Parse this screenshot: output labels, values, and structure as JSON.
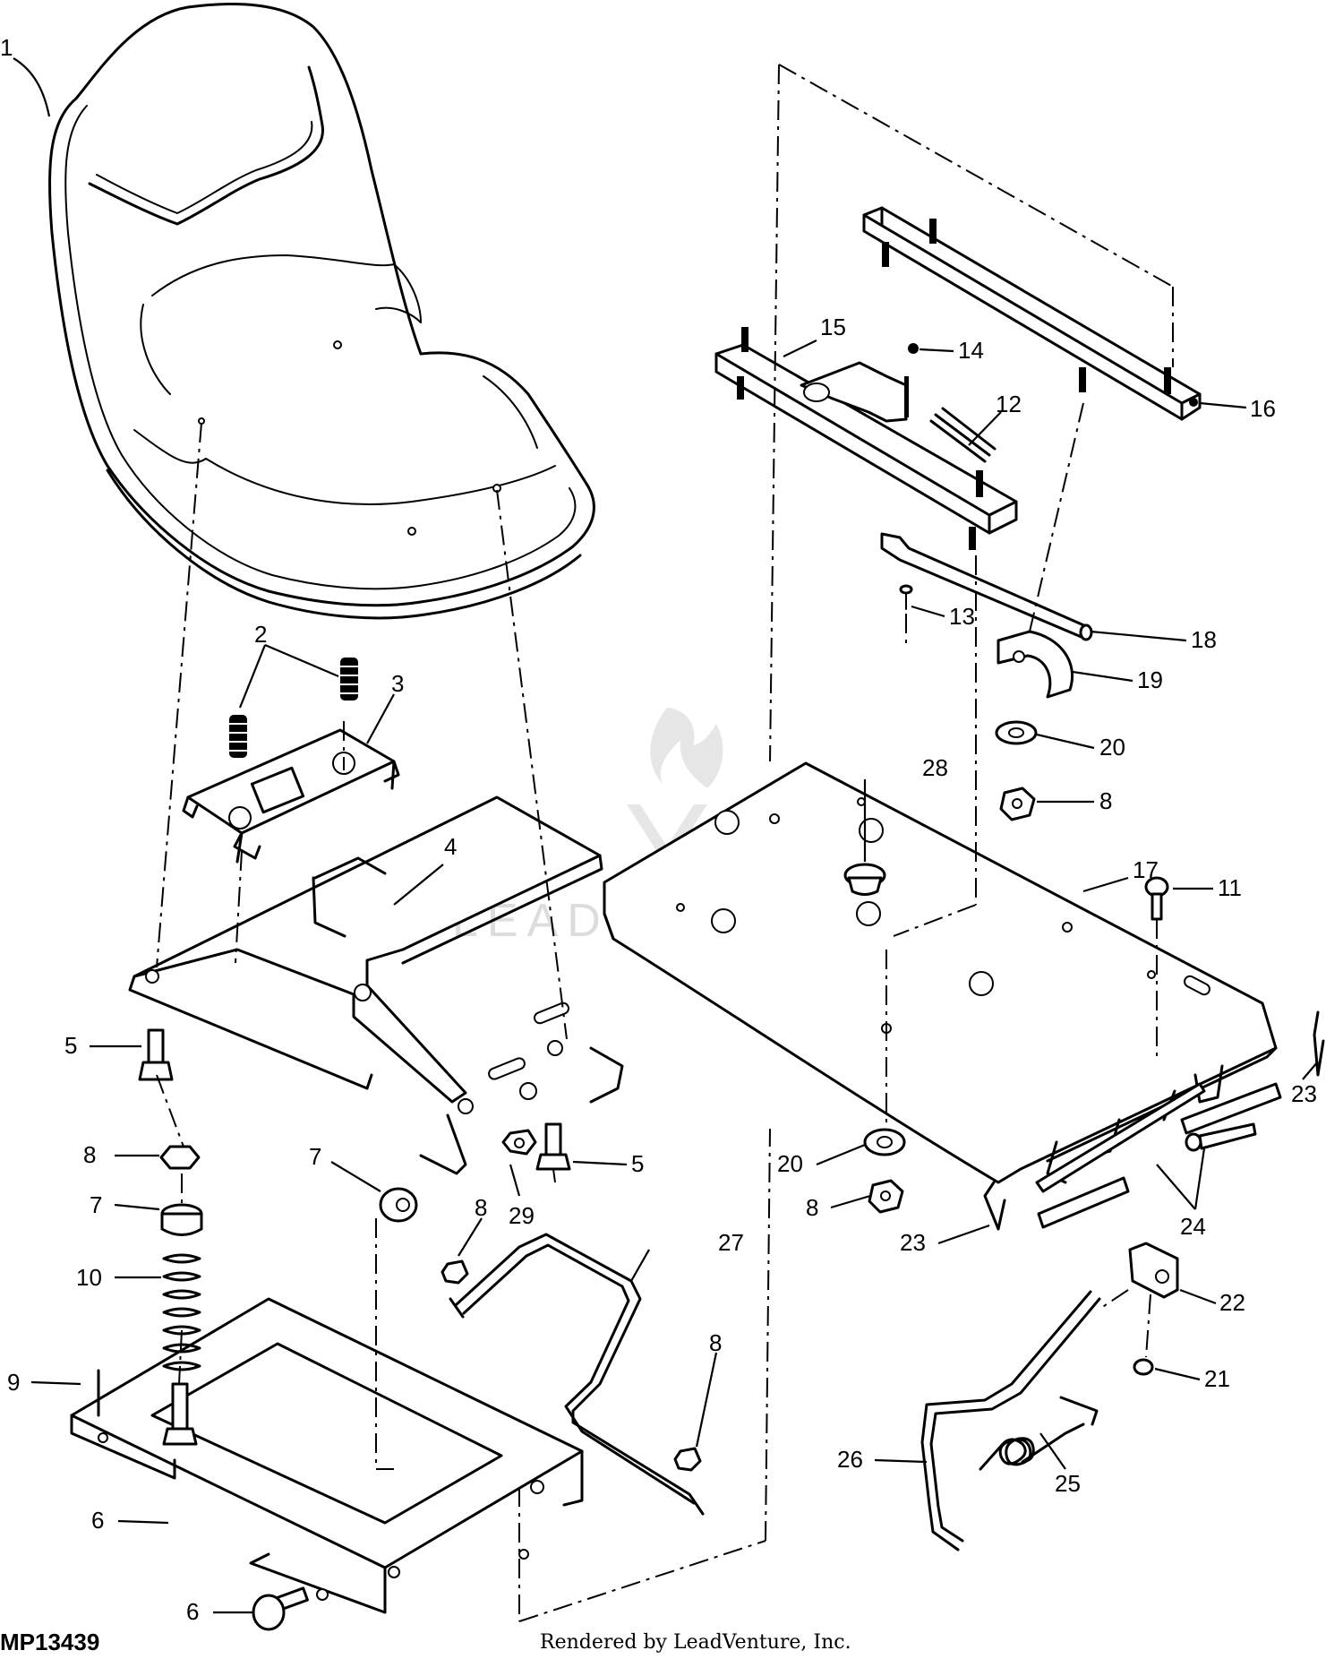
{
  "diagram": {
    "figure_id": "MP13439",
    "credit": "Rendered by LeadVenture, Inc.",
    "watermark": "LEADVENTURE",
    "callouts": [
      {
        "id": "c1",
        "label": "1"
      },
      {
        "id": "c2",
        "label": "2"
      },
      {
        "id": "c3",
        "label": "3"
      },
      {
        "id": "c4",
        "label": "4"
      },
      {
        "id": "c5a",
        "label": "5"
      },
      {
        "id": "c5b",
        "label": "5"
      },
      {
        "id": "c6a",
        "label": "6"
      },
      {
        "id": "c6b",
        "label": "6"
      },
      {
        "id": "c7a",
        "label": "7"
      },
      {
        "id": "c7b",
        "label": "7"
      },
      {
        "id": "c8a",
        "label": "8"
      },
      {
        "id": "c8b",
        "label": "8"
      },
      {
        "id": "c8c",
        "label": "8"
      },
      {
        "id": "c8d",
        "label": "8"
      },
      {
        "id": "c8e",
        "label": "8"
      },
      {
        "id": "c9",
        "label": "9"
      },
      {
        "id": "c10",
        "label": "10"
      },
      {
        "id": "c11",
        "label": "11"
      },
      {
        "id": "c12",
        "label": "12"
      },
      {
        "id": "c13",
        "label": "13"
      },
      {
        "id": "c14",
        "label": "14"
      },
      {
        "id": "c15",
        "label": "15"
      },
      {
        "id": "c16",
        "label": "16"
      },
      {
        "id": "c17",
        "label": "17"
      },
      {
        "id": "c18",
        "label": "18"
      },
      {
        "id": "c19",
        "label": "19"
      },
      {
        "id": "c20a",
        "label": "20"
      },
      {
        "id": "c20b",
        "label": "20"
      },
      {
        "id": "c21",
        "label": "21"
      },
      {
        "id": "c22",
        "label": "22"
      },
      {
        "id": "c23a",
        "label": "23"
      },
      {
        "id": "c23b",
        "label": "23"
      },
      {
        "id": "c24",
        "label": "24"
      },
      {
        "id": "c25",
        "label": "25"
      },
      {
        "id": "c26",
        "label": "26"
      },
      {
        "id": "c27",
        "label": "27"
      },
      {
        "id": "c28",
        "label": "28"
      },
      {
        "id": "c29",
        "label": "29"
      }
    ]
  }
}
